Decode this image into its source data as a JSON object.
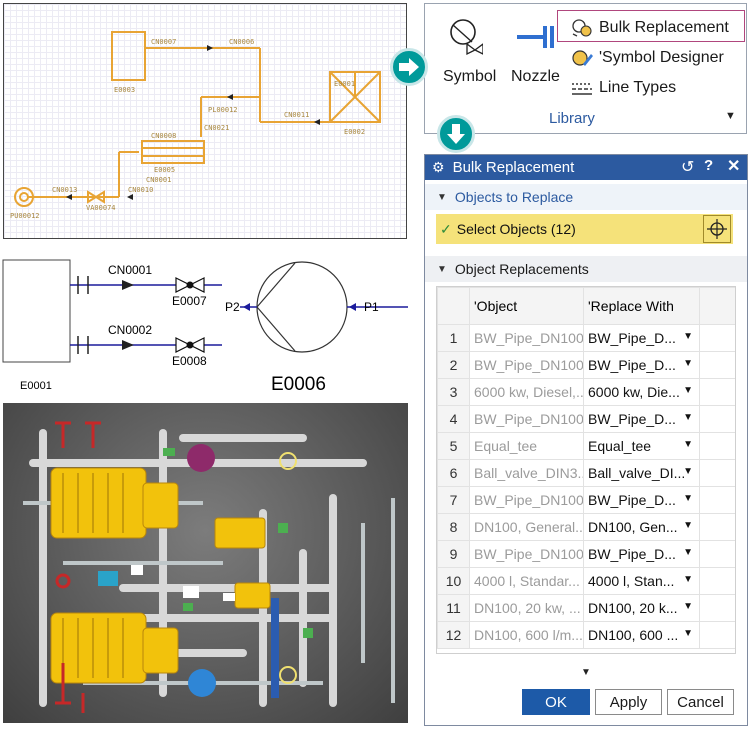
{
  "schematic": {
    "labels": [
      "CN0007",
      "CN0006",
      "E0003",
      "PL00012",
      "CN0011",
      "E0002",
      "CN0021",
      "CN0008",
      "CN0010",
      "CN0013",
      "E0005",
      "VA00074",
      "CN0001",
      "PU00012",
      "E0001"
    ]
  },
  "pid": {
    "left_box_label": "E0001",
    "line1_label": "CN0001",
    "line2_label": "CN0002",
    "valve1_label": "E0007",
    "valve2_label": "E0008",
    "port_left": "P2",
    "port_right": "P1",
    "pump_label": "E0006"
  },
  "ribbon": {
    "symbol_label": "Symbol",
    "nozzle_label": "Nozzle",
    "bulk_replacement_label": "Bulk Replacement",
    "symbol_designer_label": "'Symbol Designer",
    "line_types_label": "Line Types",
    "group_label": "Library"
  },
  "dialog": {
    "title": "Bulk Replacement",
    "section1_title": "Objects to Replace",
    "select_objects_label": "Select Objects (12)",
    "section2_title": "Object Replacements",
    "col_object": "'Object",
    "col_replace": "'Replace With",
    "rows": [
      {
        "n": "1",
        "object": "BW_Pipe_DN100",
        "replace": "BW_Pipe_D..."
      },
      {
        "n": "2",
        "object": "BW_Pipe_DN100",
        "replace": "BW_Pipe_D..."
      },
      {
        "n": "3",
        "object": "6000 kw, Diesel,...",
        "replace": "6000 kw, Die..."
      },
      {
        "n": "4",
        "object": "BW_Pipe_DN100",
        "replace": "BW_Pipe_D..."
      },
      {
        "n": "5",
        "object": "Equal_tee",
        "replace": "Equal_tee"
      },
      {
        "n": "6",
        "object": "Ball_valve_DIN3...",
        "replace": "Ball_valve_DI..."
      },
      {
        "n": "7",
        "object": "BW_Pipe_DN100",
        "replace": "BW_Pipe_D..."
      },
      {
        "n": "8",
        "object": "DN100, General...",
        "replace": "DN100, Gen..."
      },
      {
        "n": "9",
        "object": "BW_Pipe_DN100",
        "replace": "BW_Pipe_D..."
      },
      {
        "n": "10",
        "object": "4000 l, Standar...",
        "replace": "4000 l, Stan..."
      },
      {
        "n": "11",
        "object": "DN100, 20 kw, ...",
        "replace": "DN100, 20 k..."
      },
      {
        "n": "12",
        "object": "DN100, 600 l/m...",
        "replace": "DN100, 600 ..."
      }
    ],
    "ok_label": "OK",
    "apply_label": "Apply",
    "cancel_label": "Cancel"
  },
  "colors": {
    "accent_blue": "#2c5aa0",
    "teal_arrow": "#009a9a",
    "orange_lines": "#e8a434",
    "select_yellow": "#f5e27a",
    "highlight_border": "#b0467d"
  }
}
